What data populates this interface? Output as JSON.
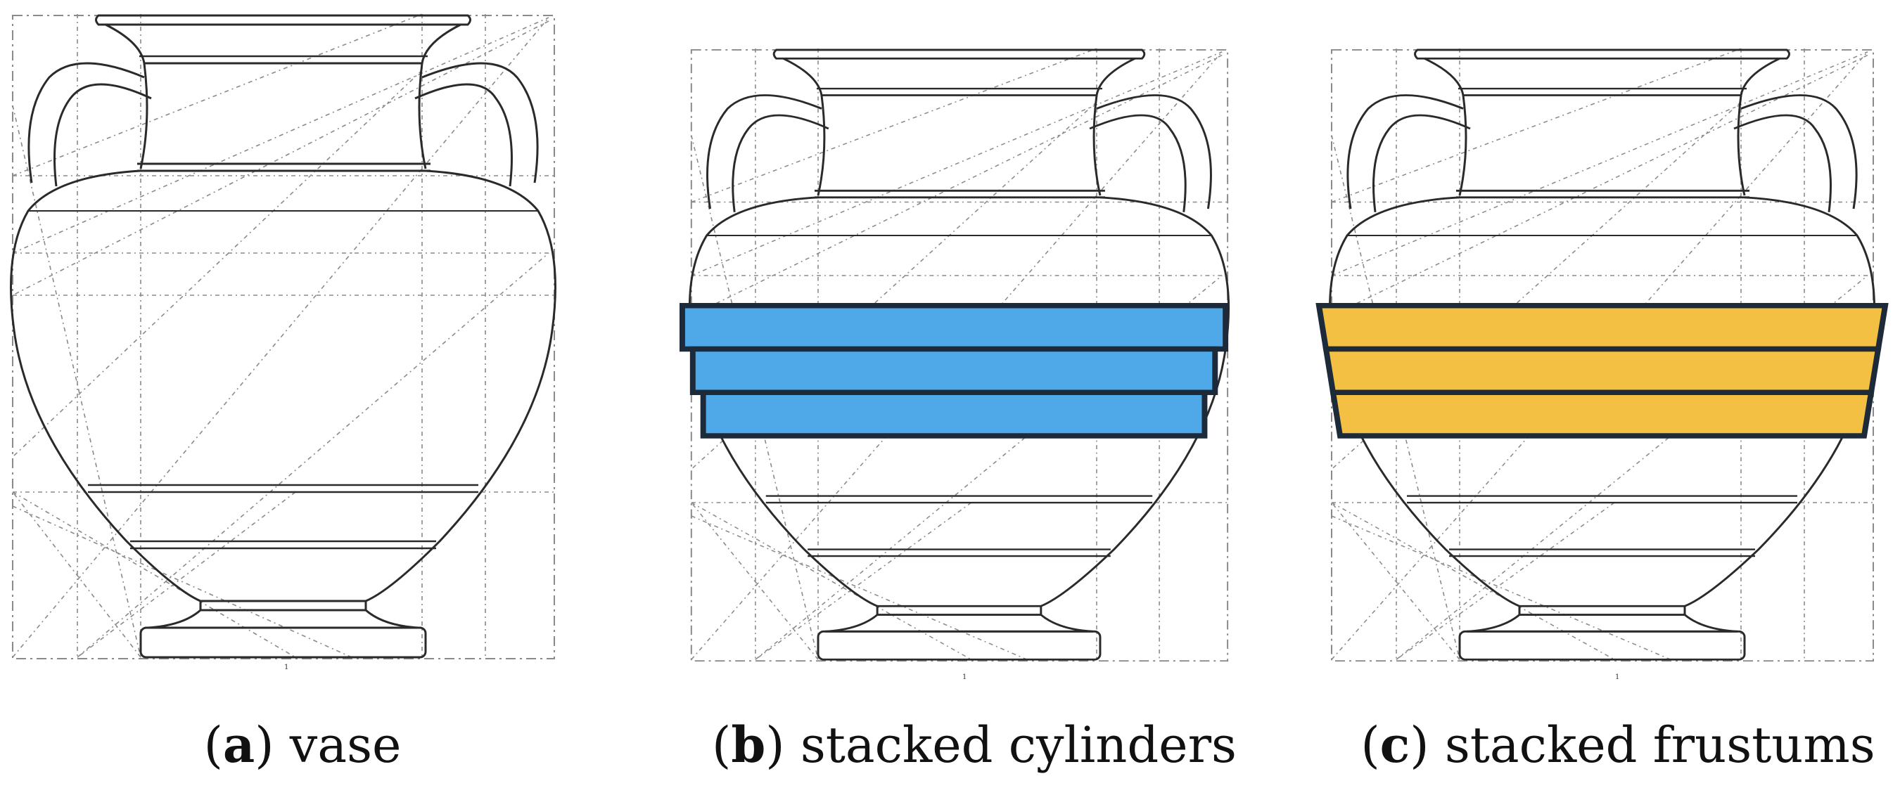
{
  "panels": [
    {
      "letter": "a",
      "label": "vase",
      "page_number": "1",
      "overlay": "none"
    },
    {
      "letter": "b",
      "label": "stacked cylinders",
      "page_number": "1",
      "overlay": "cylinders"
    },
    {
      "letter": "c",
      "label": "stacked frustums",
      "page_number": "1",
      "overlay": "frustums"
    }
  ],
  "colors": {
    "line": "#2a2a2a",
    "construction": "#8a8a8a",
    "cylinder_fill": "#4fa9e8",
    "frustum_fill": "#f3c043",
    "band_stroke": "#1c2a3a"
  }
}
